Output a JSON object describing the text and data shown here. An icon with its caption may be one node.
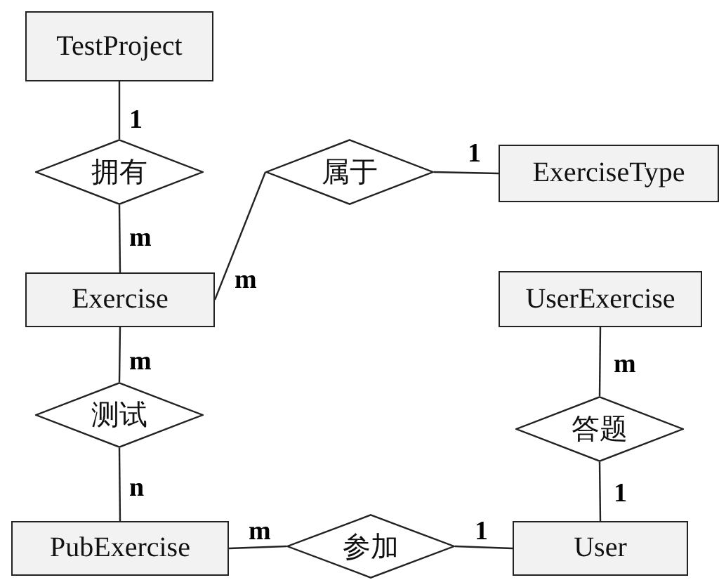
{
  "diagram": {
    "nodes": [
      {
        "text": [
          "TestProject"
        ]
      },
      {
        "text": [
          "拥有"
        ]
      },
      {
        "text": [
          "属于"
        ]
      },
      {
        "text": [
          "ExerciseType"
        ]
      },
      {
        "text": [
          "Exercise"
        ]
      },
      {
        "text": [
          "UserExercise"
        ]
      },
      {
        "text": [
          "测试"
        ]
      },
      {
        "text": [
          "答题"
        ]
      },
      {
        "text": [
          "PubExercise"
        ]
      },
      {
        "text": [
          "参加"
        ]
      },
      {
        "text": [
          "User"
        ]
      }
    ],
    "edges": [
      {
        "from": 0,
        "to": 1,
        "arrow": "none",
        "label": "1"
      },
      {
        "from": 1,
        "to": 4,
        "arrow": "none",
        "label": "m"
      },
      {
        "from": 4,
        "to": 2,
        "arrow": "none",
        "label": "m"
      },
      {
        "from": 2,
        "to": 3,
        "arrow": "none",
        "label": "1"
      },
      {
        "from": 4,
        "to": 6,
        "arrow": "none",
        "label": "m"
      },
      {
        "from": 6,
        "to": 8,
        "arrow": "none",
        "label": "n"
      },
      {
        "from": 8,
        "to": 9,
        "arrow": "none",
        "label": "m"
      },
      {
        "from": 9,
        "to": 10,
        "arrow": "none",
        "label": "1"
      },
      {
        "from": 5,
        "to": 7,
        "arrow": "none",
        "label": "m"
      },
      {
        "from": 7,
        "to": 10,
        "arrow": "none",
        "label": "1"
      }
    ]
  }
}
